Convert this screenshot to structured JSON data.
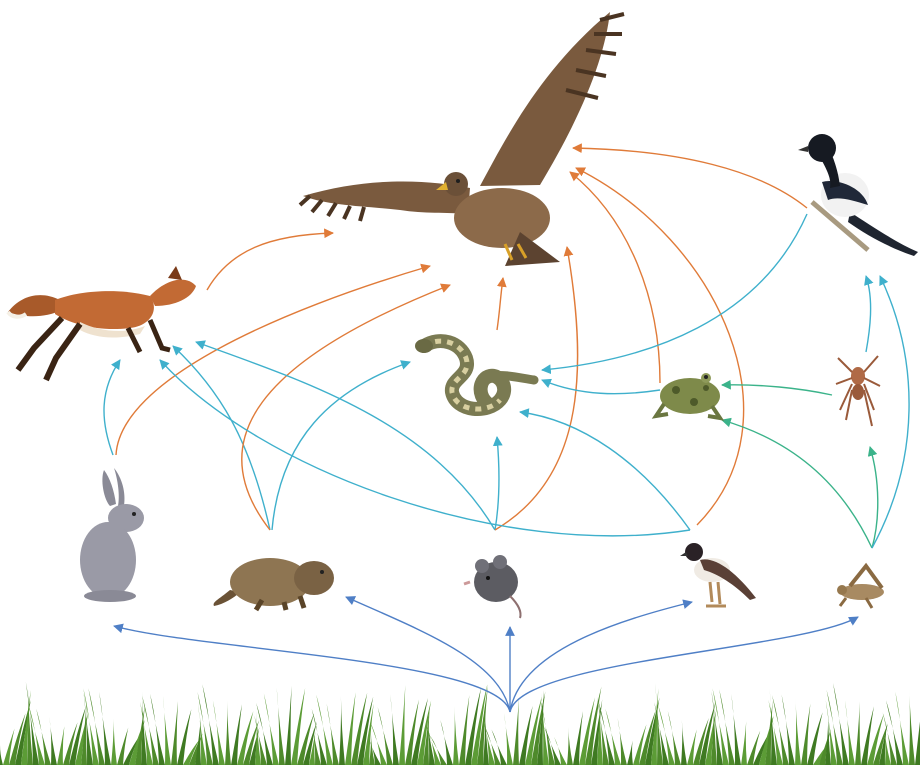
{
  "diagram": {
    "type": "food-web",
    "organisms": [
      {
        "id": "eagle",
        "icon": "eagle-icon"
      },
      {
        "id": "magpie",
        "icon": "magpie-icon"
      },
      {
        "id": "fox",
        "icon": "fox-icon"
      },
      {
        "id": "snake",
        "icon": "snake-icon"
      },
      {
        "id": "frog",
        "icon": "frog-icon"
      },
      {
        "id": "spider",
        "icon": "spider-icon"
      },
      {
        "id": "rabbit",
        "icon": "rabbit-icon"
      },
      {
        "id": "marmot",
        "icon": "marmot-icon"
      },
      {
        "id": "mouse",
        "icon": "mouse-icon"
      },
      {
        "id": "small-bird",
        "icon": "small-bird-icon"
      },
      {
        "id": "grasshopper",
        "icon": "grasshopper-icon"
      },
      {
        "id": "grass",
        "icon": "grass-icon"
      }
    ],
    "relations": [
      {
        "from": "grass",
        "to": "rabbit"
      },
      {
        "from": "grass",
        "to": "marmot"
      },
      {
        "from": "grass",
        "to": "mouse"
      },
      {
        "from": "grass",
        "to": "small-bird"
      },
      {
        "from": "grass",
        "to": "grasshopper"
      },
      {
        "from": "rabbit",
        "to": "fox"
      },
      {
        "from": "rabbit",
        "to": "eagle"
      },
      {
        "from": "marmot",
        "to": "fox"
      },
      {
        "from": "marmot",
        "to": "eagle"
      },
      {
        "from": "marmot",
        "to": "snake"
      },
      {
        "from": "mouse",
        "to": "fox"
      },
      {
        "from": "mouse",
        "to": "snake"
      },
      {
        "from": "mouse",
        "to": "eagle"
      },
      {
        "from": "small-bird",
        "to": "fox"
      },
      {
        "from": "small-bird",
        "to": "snake"
      },
      {
        "from": "small-bird",
        "to": "eagle"
      },
      {
        "from": "grasshopper",
        "to": "spider"
      },
      {
        "from": "grasshopper",
        "to": "frog"
      },
      {
        "from": "grasshopper",
        "to": "magpie"
      },
      {
        "from": "spider",
        "to": "frog"
      },
      {
        "from": "spider",
        "to": "magpie"
      },
      {
        "from": "frog",
        "to": "snake"
      },
      {
        "from": "frog",
        "to": "eagle"
      },
      {
        "from": "snake",
        "to": "eagle"
      },
      {
        "from": "fox",
        "to": "eagle"
      },
      {
        "from": "magpie",
        "to": "snake"
      },
      {
        "from": "magpie",
        "to": "eagle"
      }
    ],
    "colors": {
      "from_grass": "#4f7fc6",
      "to_eagle": "#e07b39",
      "consumer_links": "#3fb0cc",
      "invertebrate_links": "#3bb38a",
      "grass": "#4e8a2b"
    }
  }
}
